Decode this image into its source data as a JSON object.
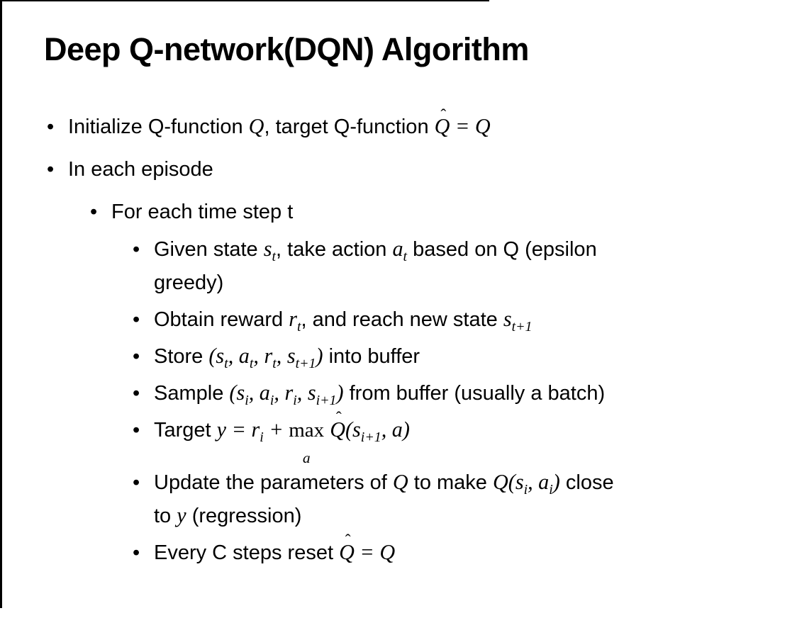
{
  "slide": {
    "title": "Deep Q-network(DQN) Algorithm",
    "colors": {
      "background": "#ffffff",
      "text": "#000000",
      "border": "#000000"
    },
    "bullets": [
      {
        "level": 1,
        "runs": [
          {
            "t": "Initialize Q-function "
          },
          {
            "t": "Q",
            "m": true
          },
          {
            "t": ", target Q-function "
          },
          {
            "t": "Q",
            "m": true,
            "hat": true
          },
          {
            "t": " = ",
            "m": true
          },
          {
            "t": "Q",
            "m": true
          }
        ]
      },
      {
        "level": 1,
        "runs": [
          {
            "t": "In each episode"
          }
        ]
      },
      {
        "level": 2,
        "runs": [
          {
            "t": "For each time step t"
          }
        ]
      },
      {
        "level": 3,
        "runs": [
          {
            "t": "Given state "
          },
          {
            "t": "s",
            "m": true,
            "sub": "t"
          },
          {
            "t": ", take action "
          },
          {
            "t": "a",
            "m": true,
            "sub": "t"
          },
          {
            "t": " based on Q (epsilon"
          },
          {
            "br": true
          },
          {
            "t": "greedy)"
          }
        ]
      },
      {
        "level": 3,
        "runs": [
          {
            "t": "Obtain reward "
          },
          {
            "t": "r",
            "m": true,
            "sub": "t"
          },
          {
            "t": ", and reach new state "
          },
          {
            "t": "s",
            "m": true,
            "sub": "t+1"
          }
        ]
      },
      {
        "level": 3,
        "runs": [
          {
            "t": "Store "
          },
          {
            "t": "(",
            "m": true
          },
          {
            "t": "s",
            "m": true,
            "sub": "t"
          },
          {
            "t": ", ",
            "m": true
          },
          {
            "t": "a",
            "m": true,
            "sub": "t"
          },
          {
            "t": ", ",
            "m": true
          },
          {
            "t": "r",
            "m": true,
            "sub": "t"
          },
          {
            "t": ", ",
            "m": true
          },
          {
            "t": "s",
            "m": true,
            "sub": "t+1"
          },
          {
            "t": ")",
            "m": true
          },
          {
            "t": " into buffer"
          }
        ]
      },
      {
        "level": 3,
        "runs": [
          {
            "t": "Sample "
          },
          {
            "t": "(",
            "m": true
          },
          {
            "t": "s",
            "m": true,
            "sub": "i"
          },
          {
            "t": ", ",
            "m": true
          },
          {
            "t": "a",
            "m": true,
            "sub": "i"
          },
          {
            "t": ", ",
            "m": true
          },
          {
            "t": "r",
            "m": true,
            "sub": "i"
          },
          {
            "t": ", ",
            "m": true
          },
          {
            "t": "s",
            "m": true,
            "sub": "i+1"
          },
          {
            "t": ")",
            "m": true
          },
          {
            "t": " from buffer (usually a batch)"
          }
        ]
      },
      {
        "level": 3,
        "runs": [
          {
            "t": "Target "
          },
          {
            "t": "y",
            "m": true
          },
          {
            "t": " = ",
            "m": true
          },
          {
            "t": "r",
            "m": true,
            "sub": "i"
          },
          {
            "t": " + ",
            "m": true
          },
          {
            "t": "max",
            "under": "a"
          },
          {
            "t": " "
          },
          {
            "t": "Q",
            "m": true,
            "hat": true
          },
          {
            "t": "(",
            "m": true
          },
          {
            "t": "s",
            "m": true,
            "sub": "i+1"
          },
          {
            "t": ", ",
            "m": true
          },
          {
            "t": "a",
            "m": true
          },
          {
            "t": ")",
            "m": true
          }
        ]
      },
      {
        "level": 3,
        "runs": [
          {
            "t": "Update the parameters of "
          },
          {
            "t": "Q",
            "m": true
          },
          {
            "t": " to make "
          },
          {
            "t": "Q",
            "m": true
          },
          {
            "t": "(",
            "m": true
          },
          {
            "t": "s",
            "m": true,
            "sub": "i"
          },
          {
            "t": ", ",
            "m": true
          },
          {
            "t": "a",
            "m": true,
            "sub": "i"
          },
          {
            "t": ")",
            "m": true
          },
          {
            "t": " close"
          },
          {
            "br": true
          },
          {
            "t": "to "
          },
          {
            "t": "y",
            "m": true
          },
          {
            "t": " (regression)"
          }
        ]
      },
      {
        "level": 3,
        "runs": [
          {
            "t": "Every C steps reset "
          },
          {
            "t": "Q",
            "m": true,
            "hat": true
          },
          {
            "t": " = ",
            "m": true
          },
          {
            "t": "Q",
            "m": true
          }
        ]
      }
    ],
    "bullet_glyph": "•",
    "hat_glyph": "ˆ"
  }
}
